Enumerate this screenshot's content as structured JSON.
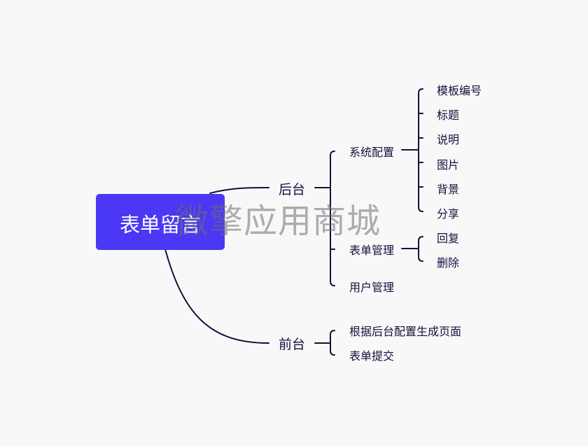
{
  "mindmap": {
    "root": "表单留言",
    "branches": [
      {
        "label": "后台",
        "children": [
          {
            "label": "系统配置",
            "children": [
              {
                "label": "模板编号"
              },
              {
                "label": "标题"
              },
              {
                "label": "说明"
              },
              {
                "label": "图片"
              },
              {
                "label": "背景"
              },
              {
                "label": "分享"
              }
            ]
          },
          {
            "label": "表单管理",
            "children": [
              {
                "label": "回复"
              },
              {
                "label": "删除"
              }
            ]
          },
          {
            "label": "用户管理"
          }
        ]
      },
      {
        "label": "前台",
        "children": [
          {
            "label": "根据后台配置生成页面"
          },
          {
            "label": "表单提交"
          }
        ]
      }
    ]
  },
  "watermark": "微擎应用商城",
  "colors": {
    "root_fill": "#4b38f5",
    "line": "#14103c",
    "background": "#f8f8f9",
    "watermark": "#8c8c8c"
  }
}
